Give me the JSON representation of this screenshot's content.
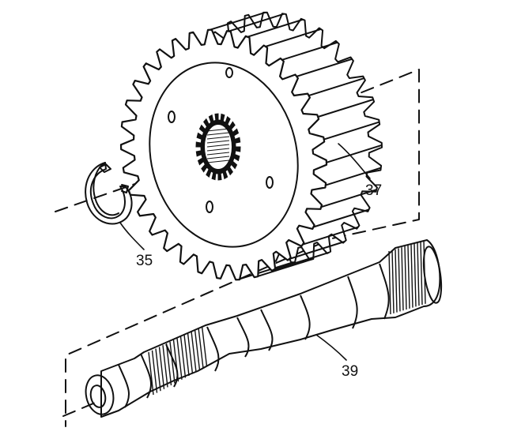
{
  "diagram": {
    "parts": [
      {
        "id": "snap-ring",
        "callout": "35"
      },
      {
        "id": "gear",
        "callout": "37"
      },
      {
        "id": "shaft",
        "callout": "39"
      }
    ]
  },
  "colors": {
    "ink": "#111111",
    "background": "#ffffff"
  }
}
